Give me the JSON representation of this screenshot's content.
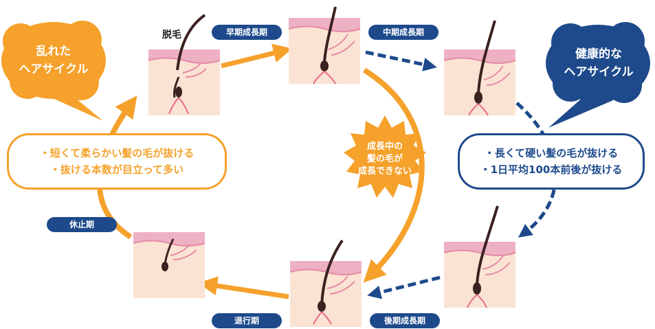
{
  "diagram": {
    "left_bubble": {
      "line1": "乱れた",
      "line2": "ヘアサイクル",
      "color": "#f5a12b"
    },
    "right_bubble": {
      "line1": "健康的な",
      "line2": "ヘアサイクル",
      "color": "#1e4a8c"
    },
    "shed_label": "脱毛",
    "stages": {
      "early_growth": "早期成長期",
      "mid_growth": "中期成長期",
      "late_growth": "後期成長期",
      "regression": "退行期",
      "rest": "休止期"
    },
    "left_box": {
      "line1": "・短くて柔らかい髪の毛が抜ける",
      "line2": "・抜ける本数が目立って多い"
    },
    "right_box": {
      "line1": "・長くて硬い髪の毛が抜ける",
      "line2": "・1日平均100本前後が抜ける"
    },
    "burst": {
      "line1": "成長中の",
      "line2": "髪の毛が",
      "line3": "成長できない"
    },
    "colors": {
      "orange": "#f5a12b",
      "navy": "#1e4a8c",
      "skin": "#fbe3d3",
      "epidermis": "#eeb1c3",
      "hair": "#3a2220",
      "follicle_line": "#e86a8a"
    }
  }
}
